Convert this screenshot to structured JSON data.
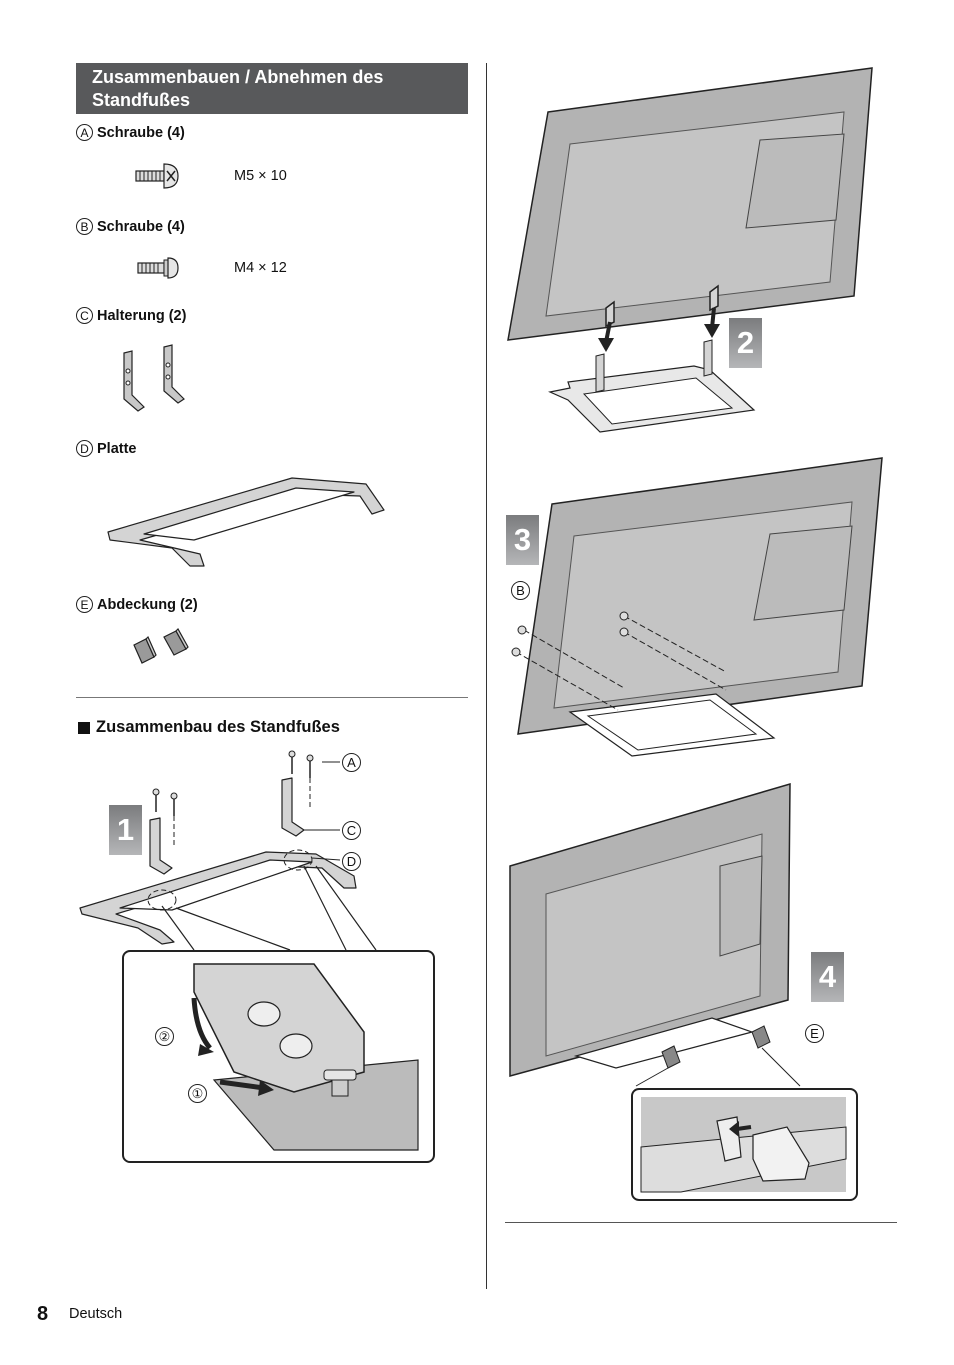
{
  "header": {
    "title": "Zusammenbauen / Abnehmen des Standfußes"
  },
  "parts": [
    {
      "letter": "A",
      "name": "Schraube (4)",
      "spec": "M5 × 10"
    },
    {
      "letter": "B",
      "name": "Schraube (4)",
      "spec": "M4 × 12"
    },
    {
      "letter": "C",
      "name": "Halterung (2)"
    },
    {
      "letter": "D",
      "name": "Platte"
    },
    {
      "letter": "E",
      "name": "Abdeckung (2)"
    }
  ],
  "assembly": {
    "title": "Zusammenbau des Standfußes",
    "steps": [
      "1",
      "2",
      "3",
      "4"
    ],
    "callouts": {
      "a": "A",
      "b": "B",
      "c": "C",
      "d": "D",
      "e": "E"
    },
    "sub_steps": [
      "①",
      "②"
    ]
  },
  "footer": {
    "page_number": "8",
    "language": "Deutsch"
  }
}
